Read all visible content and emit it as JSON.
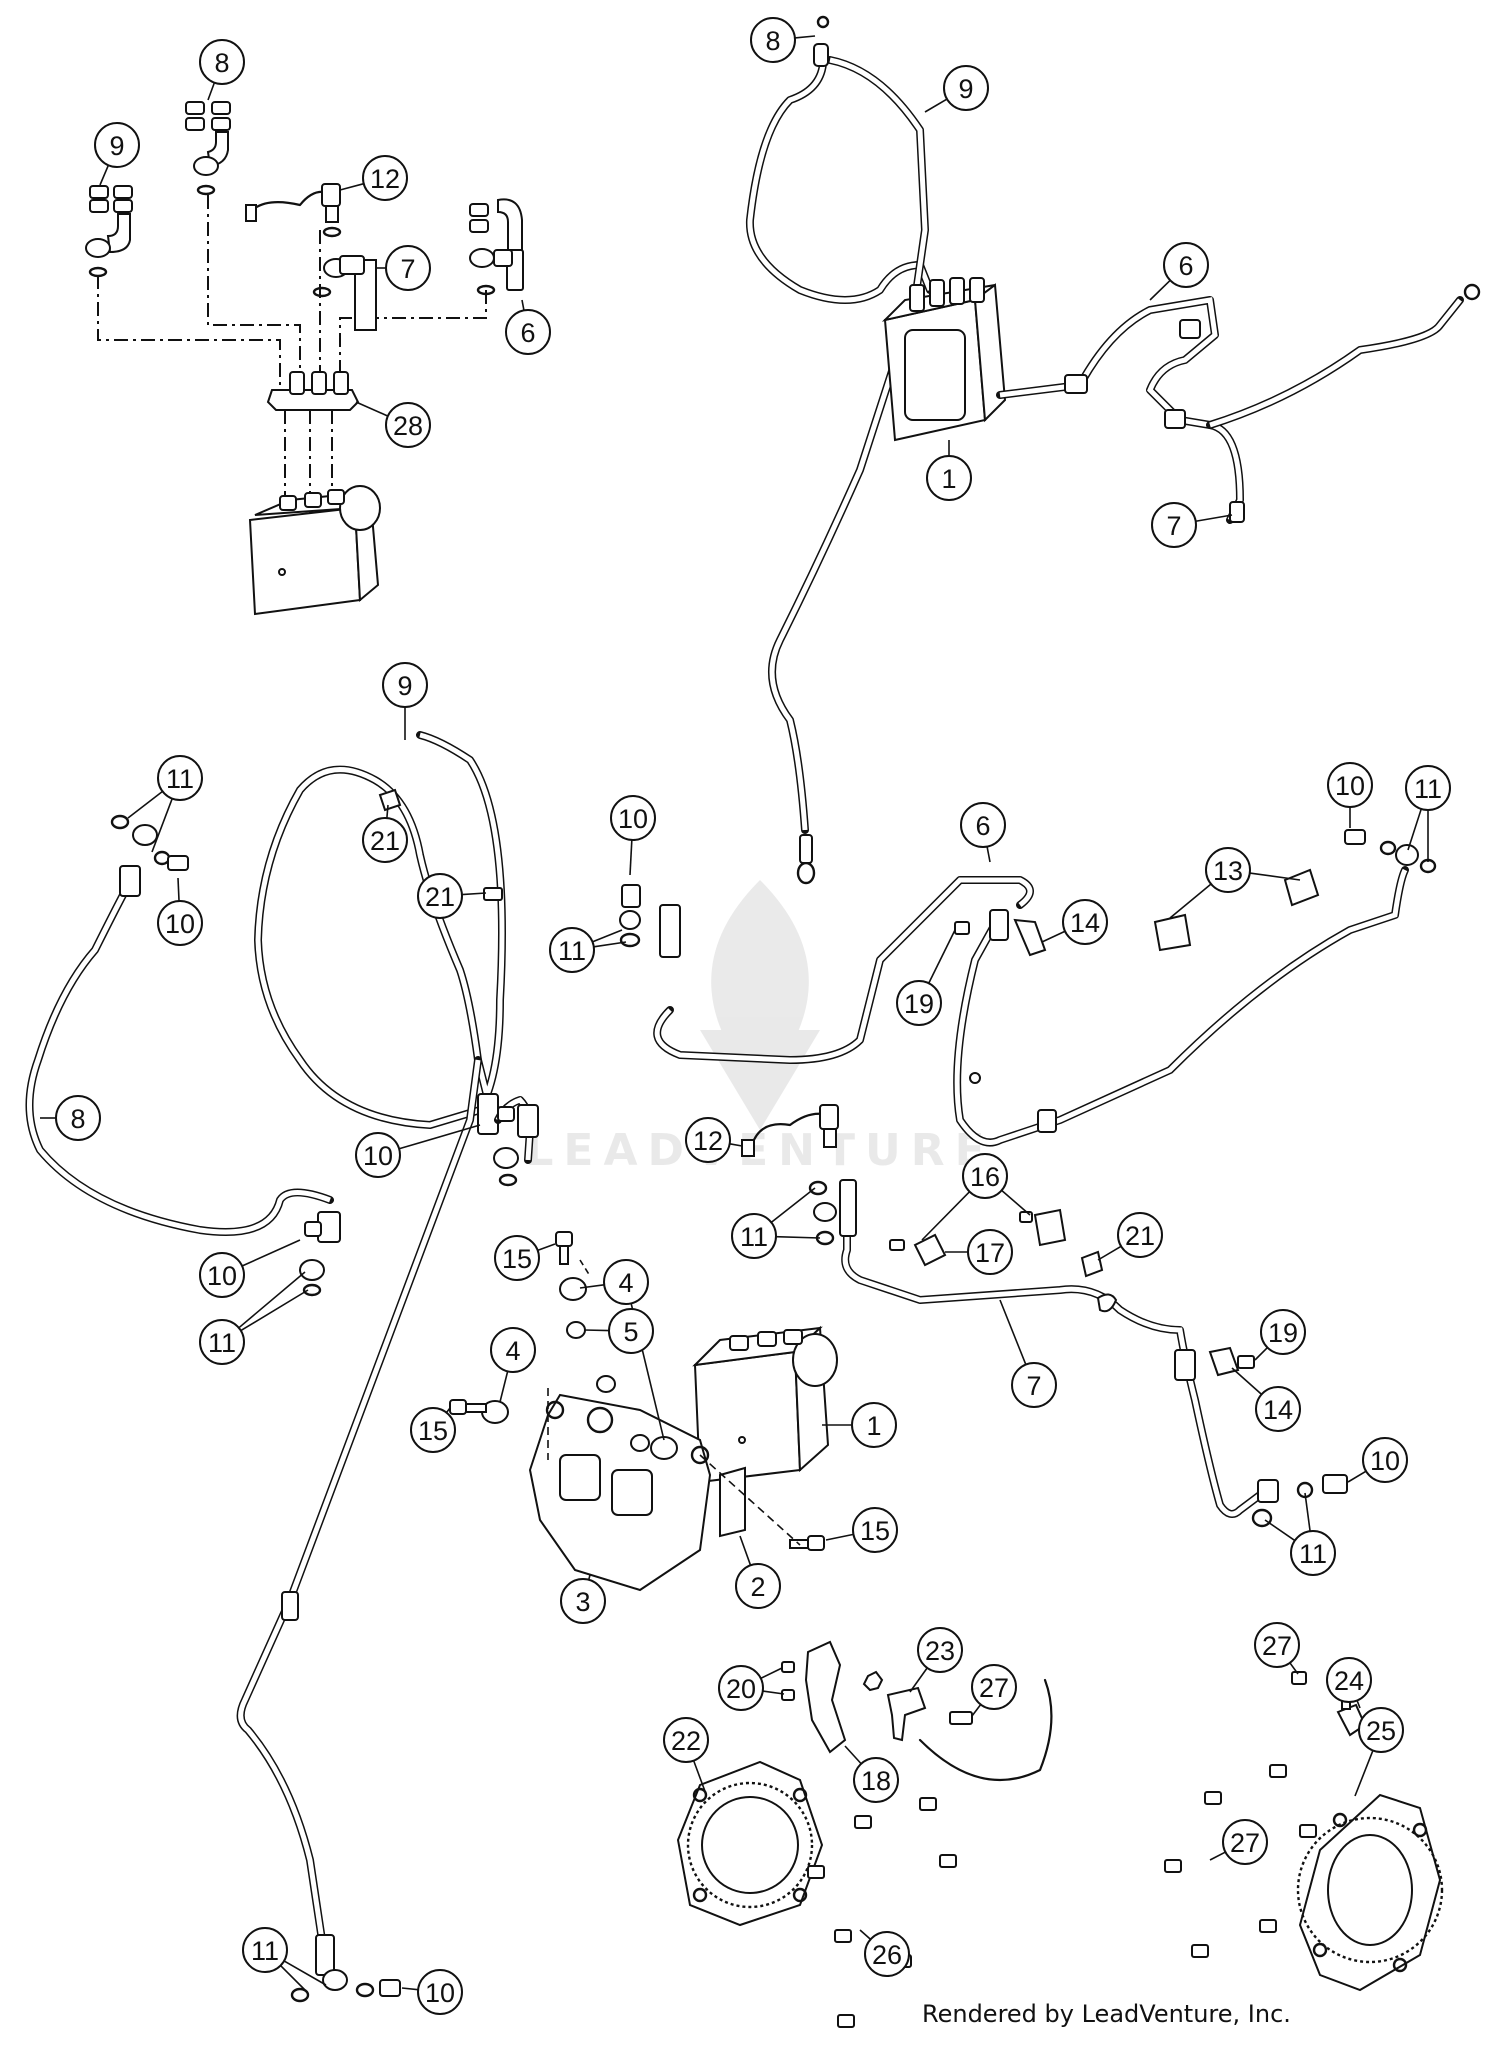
{
  "diagram": {
    "callouts": [
      {
        "label": "8"
      },
      {
        "label": "9"
      },
      {
        "label": "12"
      },
      {
        "label": "7"
      },
      {
        "label": "6"
      },
      {
        "label": "28"
      },
      {
        "label": "8"
      },
      {
        "label": "9"
      },
      {
        "label": "6"
      },
      {
        "label": "1"
      },
      {
        "label": "7"
      },
      {
        "label": "9"
      },
      {
        "label": "11"
      },
      {
        "label": "10"
      },
      {
        "label": "21"
      },
      {
        "label": "21"
      },
      {
        "label": "8"
      },
      {
        "label": "10"
      },
      {
        "label": "10"
      },
      {
        "label": "11"
      },
      {
        "label": "10"
      },
      {
        "label": "11"
      },
      {
        "label": "6"
      },
      {
        "label": "19"
      },
      {
        "label": "14"
      },
      {
        "label": "13"
      },
      {
        "label": "10"
      },
      {
        "label": "11"
      },
      {
        "label": "12"
      },
      {
        "label": "11"
      },
      {
        "label": "16"
      },
      {
        "label": "17"
      },
      {
        "label": "21"
      },
      {
        "label": "15"
      },
      {
        "label": "4"
      },
      {
        "label": "5"
      },
      {
        "label": "4"
      },
      {
        "label": "15"
      },
      {
        "label": "1"
      },
      {
        "label": "15"
      },
      {
        "label": "3"
      },
      {
        "label": "2"
      },
      {
        "label": "7"
      },
      {
        "label": "19"
      },
      {
        "label": "14"
      },
      {
        "label": "10"
      },
      {
        "label": "11"
      },
      {
        "label": "23"
      },
      {
        "label": "20"
      },
      {
        "label": "27"
      },
      {
        "label": "18"
      },
      {
        "label": "27"
      },
      {
        "label": "24"
      },
      {
        "label": "22"
      },
      {
        "label": "25"
      },
      {
        "label": "27"
      },
      {
        "label": "26"
      },
      {
        "label": "11"
      },
      {
        "label": "10"
      }
    ]
  },
  "footer": {
    "credit": "Rendered by LeadVenture, Inc."
  }
}
